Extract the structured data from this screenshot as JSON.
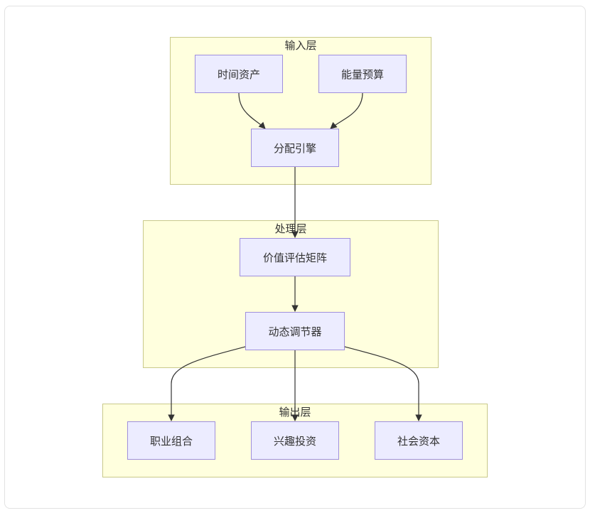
{
  "diagram": {
    "layers": [
      {
        "id": "input",
        "title": "输入层"
      },
      {
        "id": "process",
        "title": "处理层"
      },
      {
        "id": "output",
        "title": "输出层"
      }
    ],
    "nodes": {
      "time_asset": "时间资产",
      "energy_budget": "能量预算",
      "allocation_engine": "分配引擎",
      "value_matrix": "价值评估矩阵",
      "dynamic_regulator": "动态调节器",
      "career_portfolio": "职业组合",
      "interest_investment": "兴趣投资",
      "social_capital": "社会资本"
    },
    "edges": [
      [
        "time_asset",
        "allocation_engine"
      ],
      [
        "energy_budget",
        "allocation_engine"
      ],
      [
        "allocation_engine",
        "value_matrix"
      ],
      [
        "value_matrix",
        "dynamic_regulator"
      ],
      [
        "dynamic_regulator",
        "career_portfolio"
      ],
      [
        "dynamic_regulator",
        "interest_investment"
      ],
      [
        "dynamic_regulator",
        "social_capital"
      ]
    ],
    "colors": {
      "cluster_fill": "#ffffde",
      "cluster_border": "#c9c98a",
      "node_fill": "#ececff",
      "node_border": "#9f8fdc",
      "edge": "#333333"
    }
  }
}
